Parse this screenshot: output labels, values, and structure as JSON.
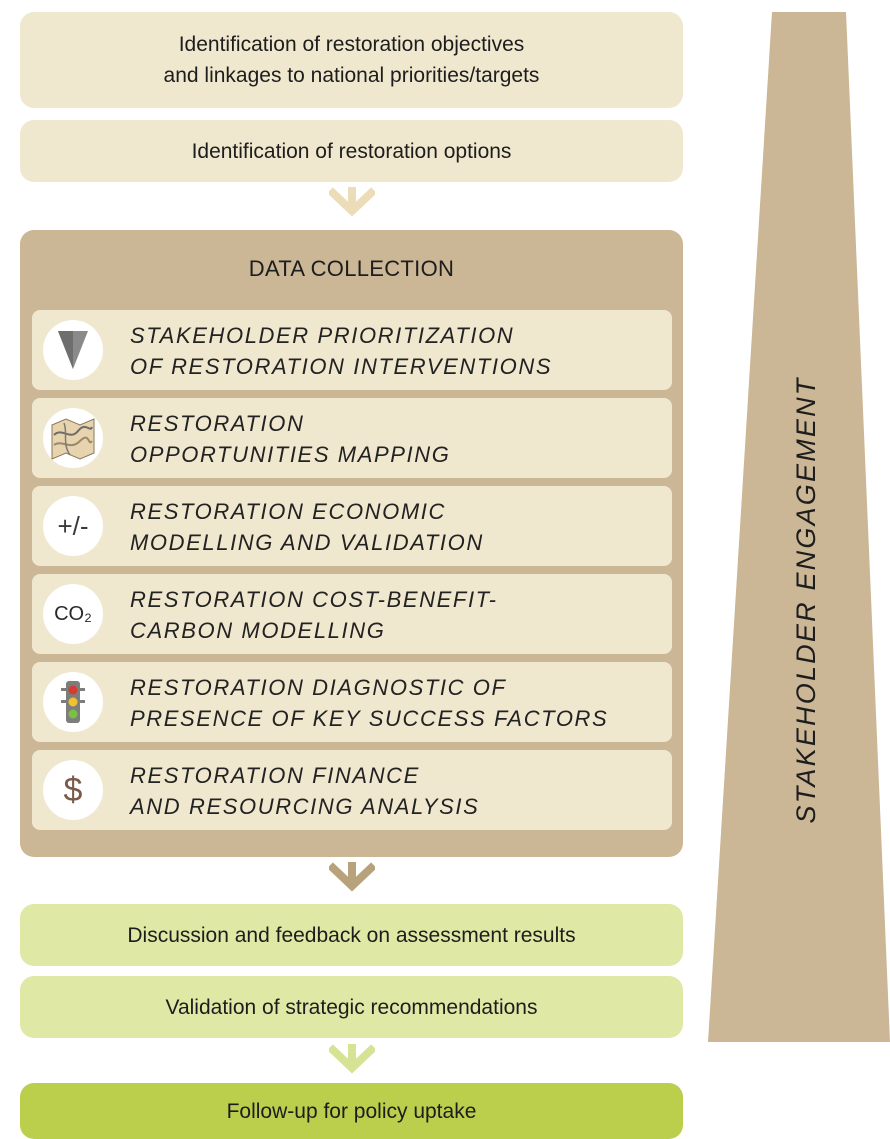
{
  "top_steps": [
    {
      "lines": [
        "Identification of restoration objectives",
        "and linkages to national priorities/targets"
      ]
    },
    {
      "lines": [
        "Identification of restoration options"
      ]
    }
  ],
  "data_collection": {
    "title": "DATA COLLECTION",
    "items": [
      {
        "icon": "funnel-icon",
        "lines": [
          "STAKEHOLDER PRIORITIZATION",
          "OF RESTORATION INTERVENTIONS"
        ]
      },
      {
        "icon": "map-icon",
        "lines": [
          "RESTORATION",
          "OPPORTUNITIES MAPPING"
        ]
      },
      {
        "icon": "plus-minus-icon",
        "glyph": "+/-",
        "lines": [
          "RESTORATION ECONOMIC",
          "MODELLING AND VALIDATION"
        ]
      },
      {
        "icon": "co2-icon",
        "glyph": "CO₂",
        "lines": [
          "RESTORATION COST-BENEFIT-",
          "CARBON MODELLING"
        ]
      },
      {
        "icon": "traffic-light-icon",
        "lines": [
          "RESTORATION DIAGNOSTIC OF",
          "PRESENCE OF KEY SUCCESS FACTORS"
        ]
      },
      {
        "icon": "dollar-icon",
        "glyph": "$",
        "lines": [
          "RESTORATION FINANCE",
          "AND RESOURCING ANALYSIS"
        ]
      }
    ]
  },
  "bottom_steps": [
    {
      "lines": [
        "Discussion and feedback on assessment results"
      ]
    },
    {
      "lines": [
        "Validation of strategic recommendations"
      ]
    },
    {
      "lines": [
        "Follow-up for policy uptake"
      ]
    }
  ],
  "side_label": "STAKEHOLDER ENGAGEMENT",
  "colors": {
    "beige": "#f0e7cf",
    "tan": "#cbb695",
    "light_green": "#dfe8a4",
    "dark_green": "#bccf4d",
    "arrow_beige": "#ecdcb8",
    "arrow_tan": "#b8a27c",
    "arrow_green": "#d6e394"
  }
}
